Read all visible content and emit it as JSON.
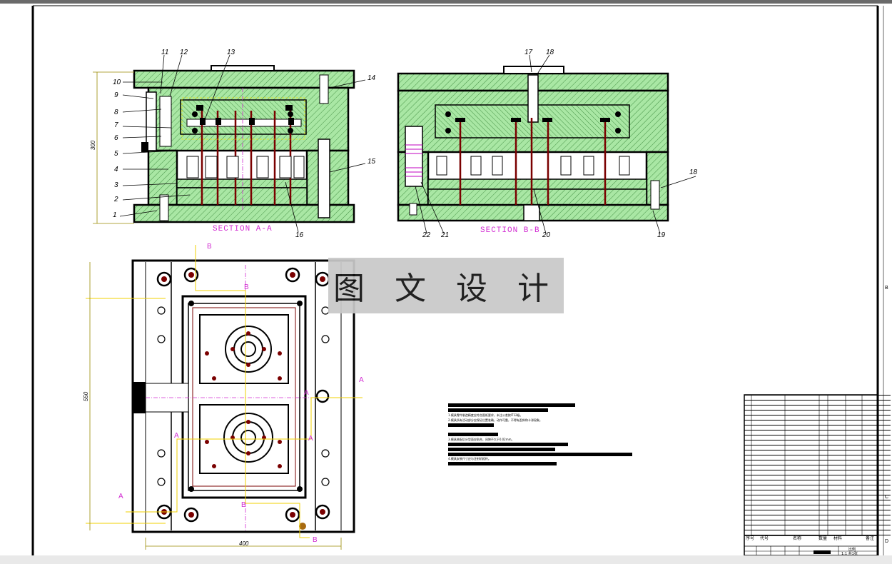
{
  "watermark": "图 文 设 计",
  "views": {
    "section_aa": {
      "label": "SECTION A-A"
    },
    "section_bb": {
      "label": "SECTION B-B"
    }
  },
  "part_labels": {
    "l1": "1",
    "l2": "2",
    "l3": "3",
    "l4": "4",
    "l5": "5",
    "l6": "6",
    "l7": "7",
    "l8": "8",
    "l9": "9",
    "l10": "10",
    "l11": "11",
    "l12": "12",
    "l13": "13",
    "l14": "14",
    "l15": "15",
    "l16": "16",
    "l17": "17",
    "l18": "18",
    "l18b": "18",
    "l19": "19",
    "l20": "20",
    "l21": "21",
    "l22": "22"
  },
  "section_marks": {
    "b_top": "B",
    "b_mid": "B",
    "b_low": "B",
    "b_bottom": "B",
    "a_right": "A",
    "a_mid_r": "A",
    "a_mid_l": "A",
    "a_left": "A",
    "a_low": "A"
  },
  "dimensions": {
    "height_side": "300",
    "height_plan": "550",
    "width_plan": "400"
  },
  "edge_letters": {
    "e1": "B",
    "e2": "C",
    "e3": "D"
  },
  "notes": {
    "line1": "1.模具零件制造精度应符合图纸要求，未注公差按IT12级。",
    "line2": "2.模具所有活动部分应保证位置准确，动作可靠，不得有歪斜和卡滞现象。",
    "line3": "3.模具装配后分型面应贴合，间隙不大于0.02mm。",
    "line4": "4.模具安装尺寸应与注射机相符。"
  },
  "title_block": {
    "no_header": "序号",
    "code_header": "代号",
    "name_header": "名称",
    "qty_header": "数量",
    "material_header": "材料",
    "remark_header": "备注",
    "scale_label": "比例",
    "sheet_label": "1:1 共1张"
  },
  "bom_rows": 28
}
